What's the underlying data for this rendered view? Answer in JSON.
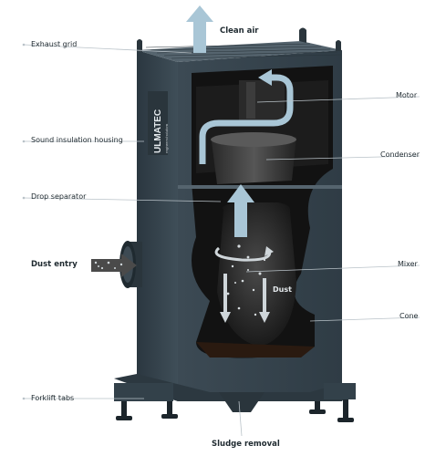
{
  "labels": {
    "clean_air": "Clean air",
    "exhaust_grid": "Exhaust grid",
    "motor": "Motor",
    "sound_insulation": "Sound insulation housing",
    "condenser": "Condenser",
    "drop_separator": "Drop separator",
    "dust_entry": "Dust entry",
    "mixer": "Mixer",
    "dust": "Dust",
    "cone": "Cone",
    "forklift_tabs": "Forklift tabs",
    "sludge_removal": "Sludge removal"
  },
  "brand": {
    "name": "ULMATEC",
    "tagline": "engineered solutions"
  },
  "colors": {
    "housing": "#3a4852",
    "housing_dark": "#26323a",
    "interior": "#141414",
    "arrow": "#a9c6d6",
    "leader": "#b9c2c8",
    "text": "#1f2a30"
  }
}
